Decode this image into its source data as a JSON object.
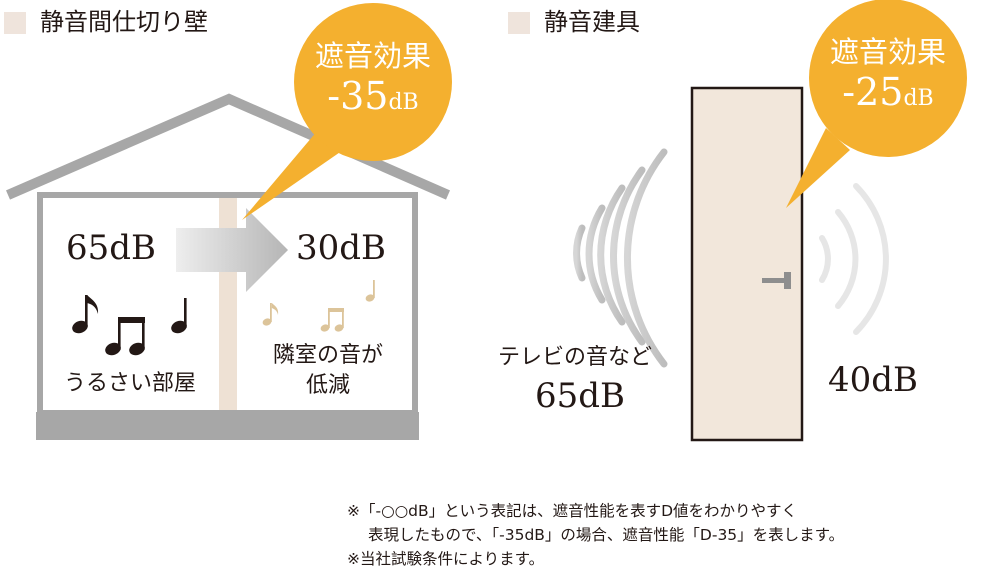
{
  "colors": {
    "accent_orange": "#f4b02f",
    "title_square": "#efe4dc",
    "gray_structure": "#a7a7a7",
    "wall_beige": "#eee1d4",
    "door_fill": "#f2e7db",
    "note_brown": "#dcc49a",
    "text": "#231815"
  },
  "left": {
    "title": "静音間仕切り壁",
    "badge": {
      "line1": "遮音効果",
      "value": "-35",
      "unit": "dB"
    },
    "before_db": "65dB",
    "after_db": "30dB",
    "noisy_room_label": "うるさい部屋",
    "reduced_label_line1": "隣室の音が",
    "reduced_label_line2": "低減",
    "icons": [
      "eighth-note-icon",
      "beamed-notes-icon",
      "quarter-note-icon"
    ]
  },
  "right": {
    "title": "静音建具",
    "badge": {
      "line1": "遮音効果",
      "value": "-25",
      "unit": "dB"
    },
    "source_label": "テレビの音など",
    "source_db": "65dB",
    "result_db": "40dB"
  },
  "notes": [
    "※「-○○dB」という表記は、遮音性能を表すD値をわかりやすく",
    "表現したもので、「-35dB」の場合、遮音性能「D-35」を表します。",
    "※当社試験条件によります。"
  ]
}
